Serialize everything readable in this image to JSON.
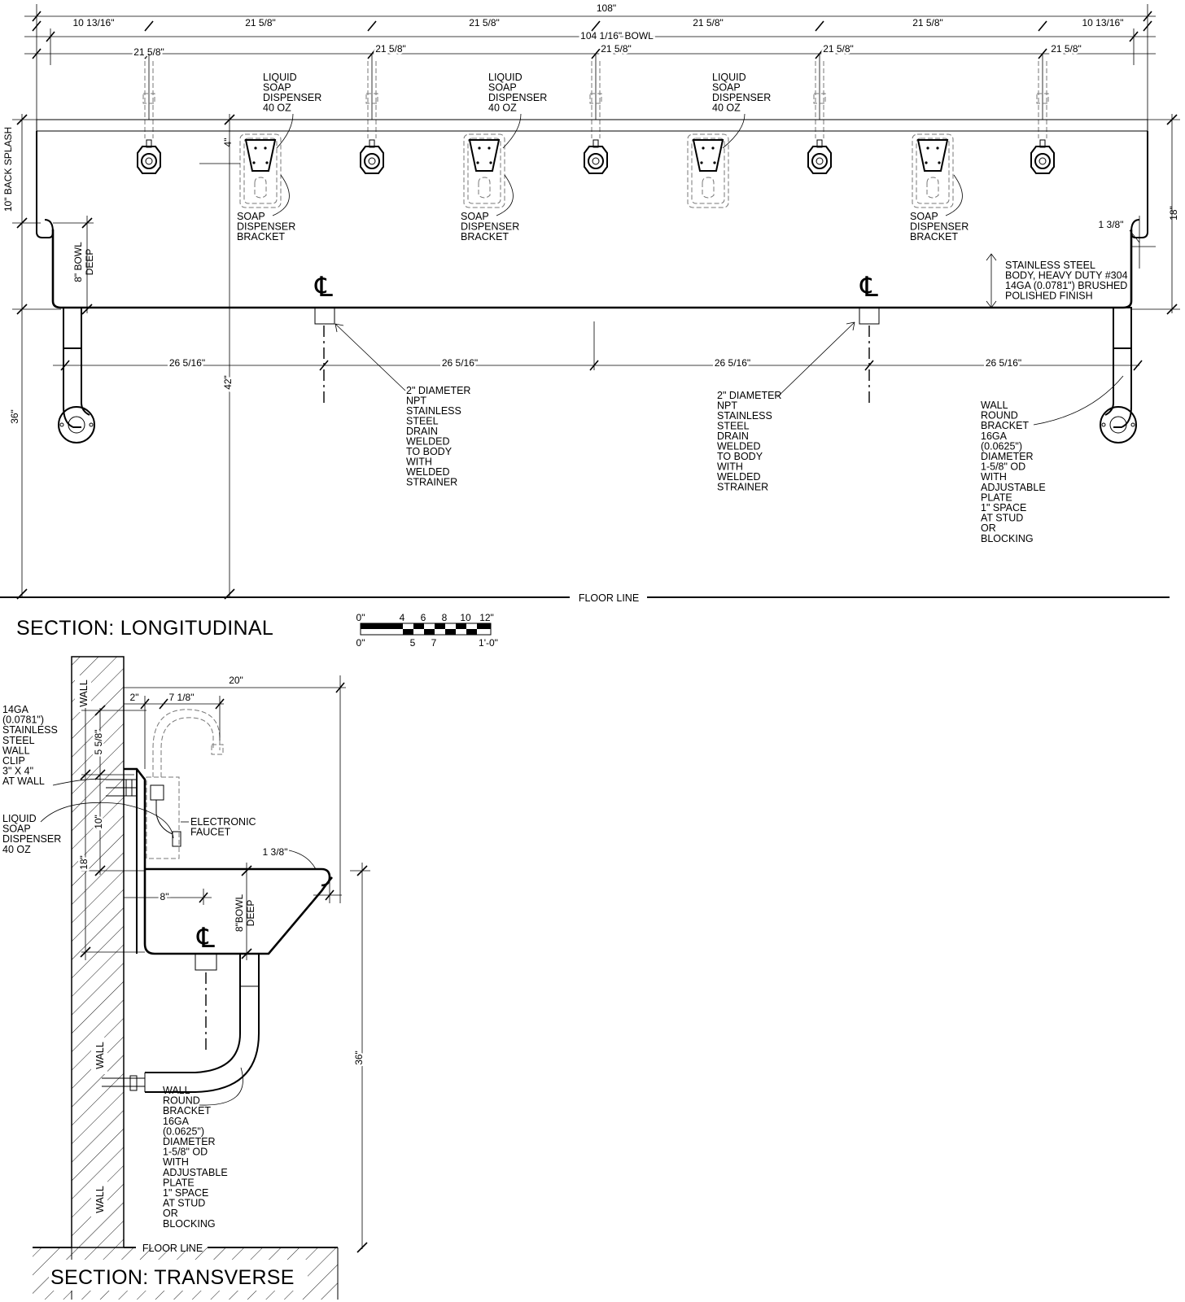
{
  "longitudinal": {
    "title": "SECTION: LONGITUDINAL",
    "dims": {
      "overall": "108\"",
      "end_left": "10 13/16\"",
      "end_right": "10 13/16\"",
      "spacing_top": [
        "21 5/8\"",
        "21 5/8\"",
        "21 5/8\"",
        "21 5/8\""
      ],
      "bowl": "104 1/16\" BOWL",
      "spacing_second": [
        "21 5/8\"",
        "21 5/8\"",
        "21 5/8\"",
        "21 5/8\"",
        "21 5/8\""
      ],
      "back_splash": "10\" BACK SPLASH",
      "bowl_deep": "8\" BOWL DEEP",
      "h36": "36\"",
      "h42": "42\"",
      "h4": "4\"",
      "h18": "18\"",
      "lip": "1 3/8\"",
      "drain_spacing": [
        "26 5/16\"",
        "26 5/16\"",
        "26 5/16\"",
        "26 5/16\""
      ]
    },
    "labels": {
      "soap_dispenser": "LIQUID|SOAP|DISPENSER|40 OZ",
      "soap_bracket": "SOAP|DISPENSER|BRACKET",
      "body": "STAINLESS STEEL|BODY, HEAVY DUTY #304|14GA (0.0781\") BRUSHED|POLISHED FINISH",
      "drain": "2\" DIAMETER|NPT|STAINLESS|STEEL|DRAIN|WELDED|TO BODY|WITH|WELDED|STRAINER",
      "wall_bracket": "WALL|ROUND|BRACKET|16GA|(0.0625\")|DIAMETER|1-5/8\" OD|WITH|ADJUSTABLE|PLATE|1\" SPACE|AT STUD|OR|BLOCKING",
      "floor_line": "FLOOR LINE",
      "centerline": "℄"
    }
  },
  "scale_bar": {
    "top_labels": [
      "0\"",
      "4",
      "6",
      "8",
      "10",
      "12\""
    ],
    "bottom_labels": [
      "0\"",
      "5",
      "7",
      "1'-0\""
    ]
  },
  "transverse": {
    "title": "SECTION: TRANSVERSE",
    "dims": {
      "d20": "20\"",
      "d2": "2\"",
      "d7_1_8": "7 1/8\"",
      "d5_5_8": "5 5/8\"",
      "d10": "10\"",
      "d18": "18\"",
      "d1_3_8": "1 3/8\"",
      "d8": "8\"",
      "bowl_deep": "8\"BOWL DEEP",
      "d36": "36\""
    },
    "labels": {
      "wall_clip": "14GA|(0.0781\")|STAINLESS|STEEL|WALL|CLIP|3\" X 4\"|AT WALL",
      "soap_dispenser": "LIQUID|SOAP|DISPENSER|40 OZ",
      "faucet": "ELECTRONIC|FAUCET",
      "wall_bracket": "WALL|ROUND|BRACKET|16GA|(0.0625\")|DIAMETER|1-5/8\" OD|WITH|ADJUSTABLE|PLATE|1\" SPACE|AT STUD|OR|BLOCKING",
      "wall": "WALL",
      "floor_line": "FLOOR LINE",
      "centerline": "℄"
    }
  }
}
